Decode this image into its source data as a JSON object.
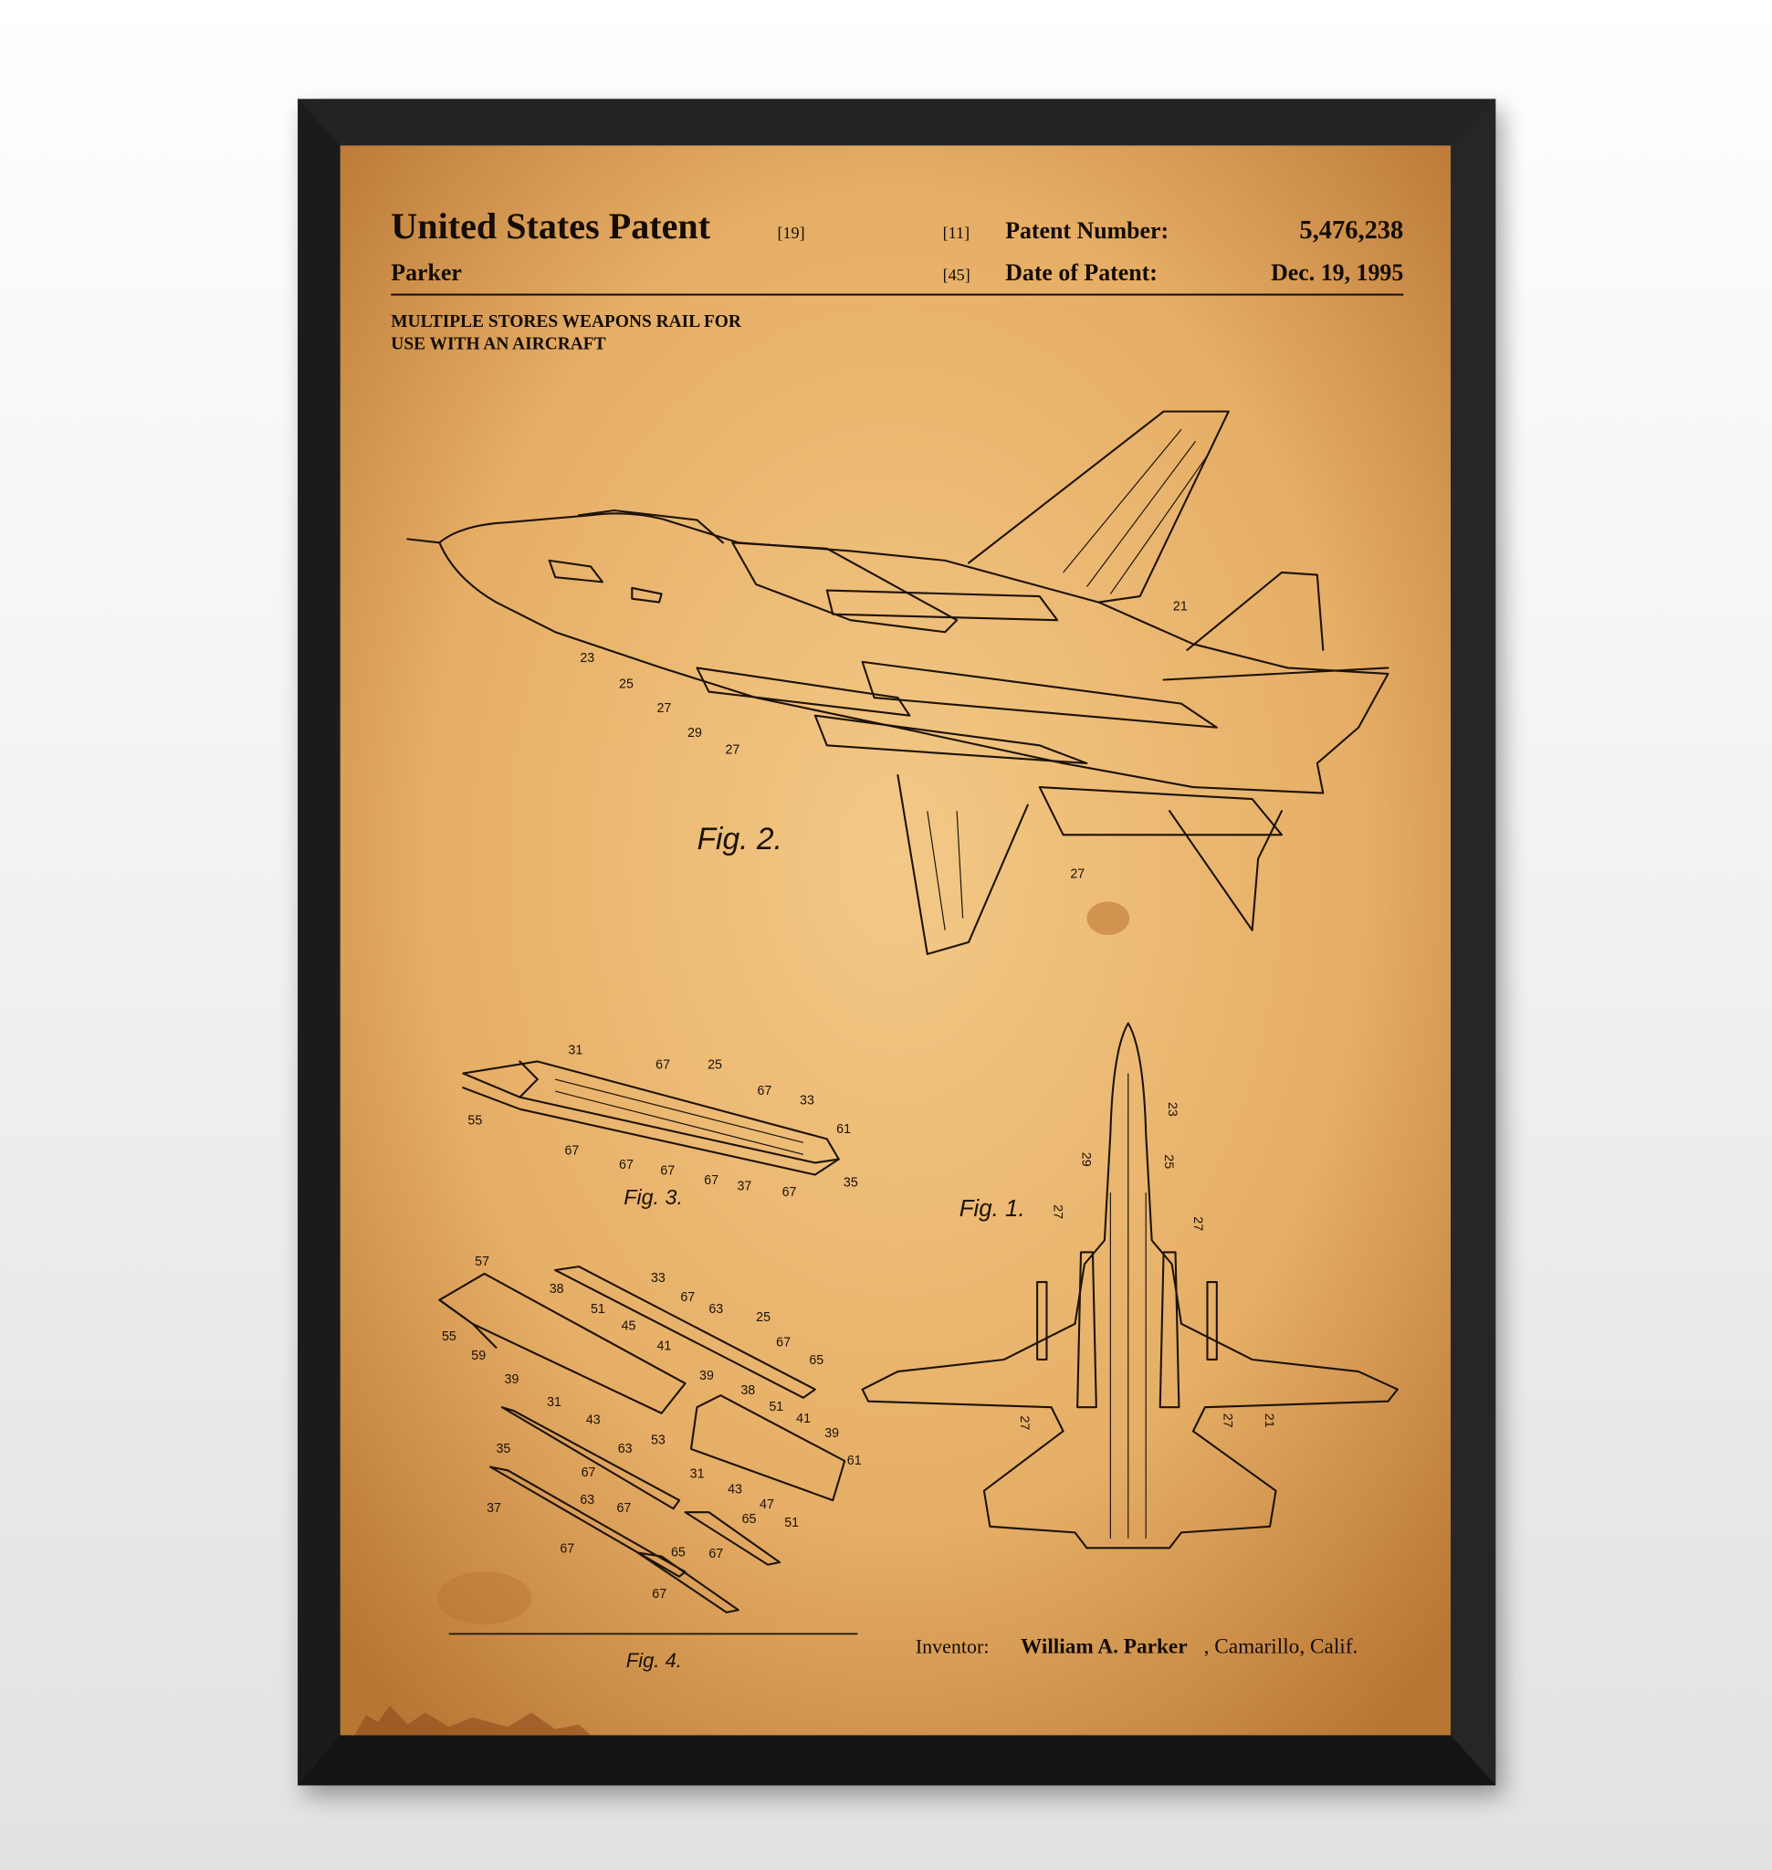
{
  "header": {
    "title": "United States Patent",
    "title_code": "[19]",
    "inventor_surname": "Parker",
    "number_code": "[11]",
    "number_label": "Patent Number:",
    "number_value": "5,476,238",
    "date_code": "[45]",
    "date_label": "Date of Patent:",
    "date_value": "Dec. 19, 1995",
    "invention_title_line1": "MULTIPLE STORES WEAPONS RAIL FOR",
    "invention_title_line2": "USE WITH AN AIRCRAFT"
  },
  "figures": {
    "fig1": "Fig. 1.",
    "fig2": "Fig. 2.",
    "fig3": "Fig. 3.",
    "fig4": "Fig. 4."
  },
  "refs": {
    "fig2": [
      "21",
      "23",
      "25",
      "27",
      "29",
      "27",
      "27"
    ],
    "fig3": [
      "31",
      "67",
      "25",
      "67",
      "33",
      "61",
      "55",
      "67",
      "67",
      "67",
      "67",
      "37",
      "67",
      "35"
    ],
    "fig4": [
      "57",
      "38",
      "33",
      "67",
      "51",
      "63",
      "25",
      "55",
      "45",
      "41",
      "67",
      "59",
      "65",
      "39",
      "39",
      "38",
      "31",
      "51",
      "43",
      "41",
      "39",
      "53",
      "35",
      "63",
      "61",
      "31",
      "67",
      "43",
      "47",
      "67",
      "65",
      "63",
      "37",
      "51",
      "67",
      "65",
      "67",
      "67"
    ],
    "fig1": [
      "23",
      "29",
      "25",
      "27",
      "27",
      "27",
      "27",
      "21"
    ]
  },
  "footer": {
    "inventor_label": "Inventor:",
    "inventor_name": "William A. Parker",
    "inventor_location": ", Camarillo, Calif."
  },
  "colors": {
    "frame": "#1b1b1b",
    "paper": "#e8b46c",
    "ink": "#1c1208"
  }
}
